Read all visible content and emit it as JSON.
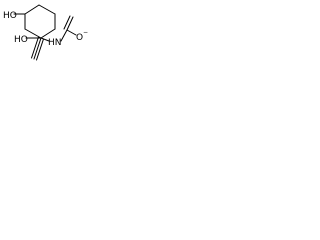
{
  "molecule": {
    "labels": {
      "oh_top": "HO",
      "oh_mid": "HO",
      "nh": "HN",
      "o_minus": "O",
      "o_charge": "−"
    },
    "colors": {
      "bond": "#000000",
      "text": "#000000",
      "background": "#ffffff"
    }
  }
}
